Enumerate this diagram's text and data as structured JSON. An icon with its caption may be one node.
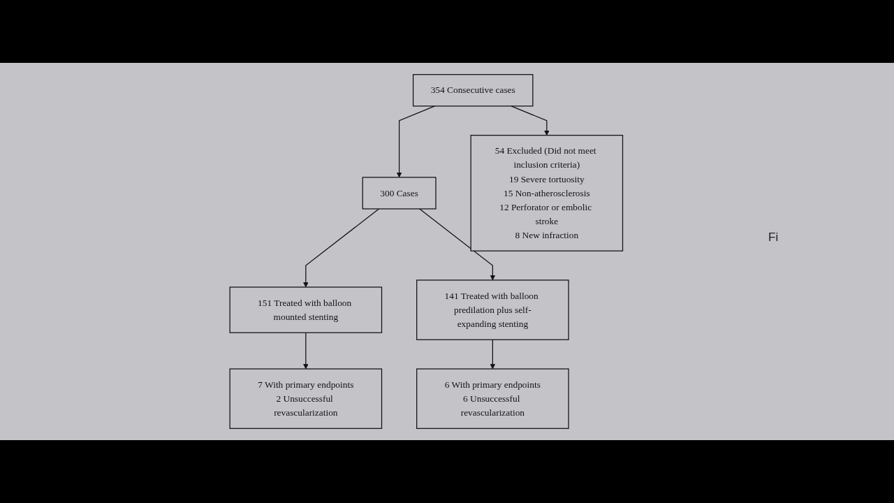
{
  "diagram": {
    "nodes": [
      {
        "text": [
          "354 Consecutive cases"
        ]
      },
      {
        "text": [
          "300 Cases"
        ]
      },
      {
        "text": [
          "54 Excluded (Did not meet inclusion criteria)",
          "19 Severe tortuosity",
          "15 Non-atherosclerosis",
          "12 Perforator or embolic stroke",
          "8 New infraction"
        ]
      },
      {
        "text": [
          "151 Treated with balloon mounted stenting"
        ]
      },
      {
        "text": [
          "141 Treated with balloon predilation plus self-expanding stenting"
        ]
      },
      {
        "text": [
          "7 With primary endpoints",
          "2 Unsuccessful revascularization"
        ]
      },
      {
        "text": [
          "6 With primary endpoints",
          "6 Unsuccessful revascularization"
        ]
      }
    ],
    "edges": [
      {
        "from": 0,
        "to": 1,
        "arrow": "to"
      },
      {
        "from": 0,
        "to": 2,
        "arrow": "to"
      },
      {
        "from": 1,
        "to": 3,
        "arrow": "to"
      },
      {
        "from": 1,
        "to": 4,
        "arrow": "to"
      },
      {
        "from": 3,
        "to": 5,
        "arrow": "to"
      },
      {
        "from": 4,
        "to": 6,
        "arrow": "to"
      }
    ],
    "labels": [
      "Fi"
    ]
  }
}
